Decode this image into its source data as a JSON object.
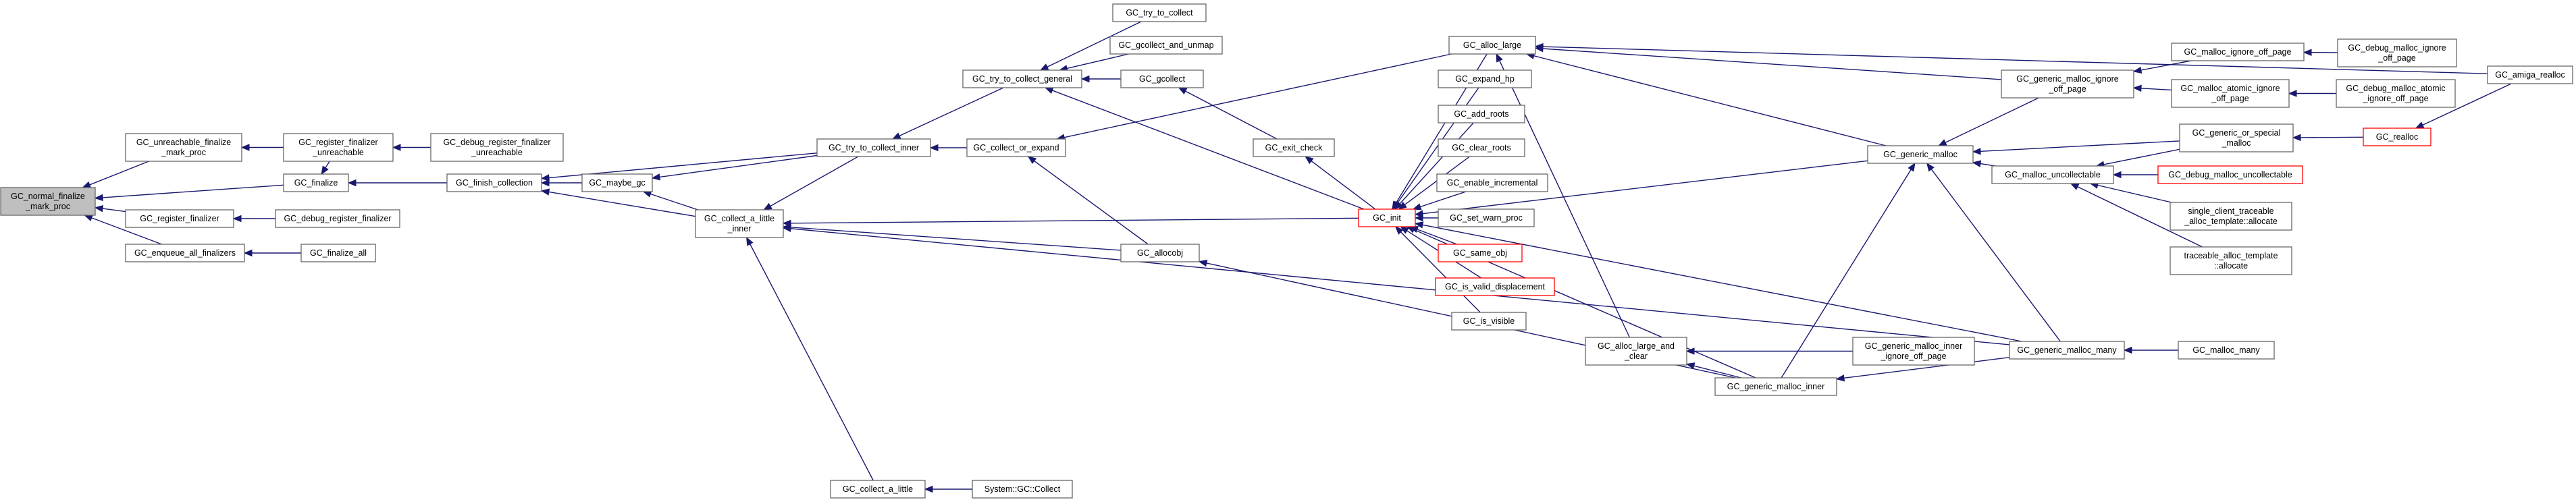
{
  "graph": {
    "nodes": [
      {
        "id": "normal_finalize",
        "lines": [
          "GC_normal_finalize",
          "_mark_proc"
        ],
        "root": true
      },
      {
        "id": "unreachable_finalize",
        "lines": [
          "GC_unreachable_finalize",
          "_mark_proc"
        ]
      },
      {
        "id": "finalize",
        "lines": [
          "GC_finalize"
        ]
      },
      {
        "id": "register_finalizer",
        "lines": [
          "GC_register_finalizer"
        ]
      },
      {
        "id": "enqueue_all",
        "lines": [
          "GC_enqueue_all_finalizers"
        ]
      },
      {
        "id": "register_unreach",
        "lines": [
          "GC_register_finalizer",
          "_unreachable"
        ]
      },
      {
        "id": "debug_register_unreach",
        "lines": [
          "GC_debug_register_finalizer",
          "_unreachable"
        ]
      },
      {
        "id": "debug_register",
        "lines": [
          "GC_debug_register_finalizer"
        ]
      },
      {
        "id": "finalize_all",
        "lines": [
          "GC_finalize_all"
        ]
      },
      {
        "id": "finish_collection",
        "lines": [
          "GC_finish_collection"
        ]
      },
      {
        "id": "maybe_gc",
        "lines": [
          "GC_maybe_gc"
        ]
      },
      {
        "id": "collect_a_little_inner",
        "lines": [
          "GC_collect_a_little",
          "_inner"
        ]
      },
      {
        "id": "try_to_collect_inner",
        "lines": [
          "GC_try_to_collect_inner"
        ]
      },
      {
        "id": "collect_or_expand",
        "lines": [
          "GC_collect_or_expand"
        ]
      },
      {
        "id": "try_to_collect_general",
        "lines": [
          "GC_try_to_collect_general"
        ]
      },
      {
        "id": "try_to_collect",
        "lines": [
          "GC_try_to_collect"
        ]
      },
      {
        "id": "gcollect_and_unmap",
        "lines": [
          "GC_gcollect_and_unmap"
        ]
      },
      {
        "id": "gcollect",
        "lines": [
          "GC_gcollect"
        ]
      },
      {
        "id": "exit_check",
        "lines": [
          "GC_exit_check"
        ]
      },
      {
        "id": "allocobj",
        "lines": [
          "GC_allocobj"
        ]
      },
      {
        "id": "collect_a_little",
        "lines": [
          "GC_collect_a_little"
        ]
      },
      {
        "id": "system_collect",
        "lines": [
          "System::GC::Collect"
        ]
      },
      {
        "id": "init",
        "lines": [
          "GC_init"
        ],
        "truncated": true
      },
      {
        "id": "alloc_large",
        "lines": [
          "GC_alloc_large"
        ]
      },
      {
        "id": "expand_hp",
        "lines": [
          "GC_expand_hp"
        ]
      },
      {
        "id": "add_roots",
        "lines": [
          "GC_add_roots"
        ]
      },
      {
        "id": "clear_roots",
        "lines": [
          "GC_clear_roots"
        ]
      },
      {
        "id": "enable_incremental",
        "lines": [
          "GC_enable_incremental"
        ]
      },
      {
        "id": "set_warn_proc",
        "lines": [
          "GC_set_warn_proc"
        ]
      },
      {
        "id": "same_obj",
        "lines": [
          "GC_same_obj"
        ],
        "truncated": true
      },
      {
        "id": "is_valid_displacement",
        "lines": [
          "GC_is_valid_displacement"
        ],
        "truncated": true
      },
      {
        "id": "is_visible",
        "lines": [
          "GC_is_visible"
        ]
      },
      {
        "id": "alloc_large_and_clear",
        "lines": [
          "GC_alloc_large_and",
          "_clear"
        ]
      },
      {
        "id": "generic_malloc_inner",
        "lines": [
          "GC_generic_malloc_inner"
        ]
      },
      {
        "id": "generic_malloc_inner_ignore",
        "lines": [
          "GC_generic_malloc_inner",
          "_ignore_off_page"
        ]
      },
      {
        "id": "generic_malloc",
        "lines": [
          "GC_generic_malloc"
        ]
      },
      {
        "id": "generic_malloc_many",
        "lines": [
          "GC_generic_malloc_many"
        ]
      },
      {
        "id": "malloc_many",
        "lines": [
          "GC_malloc_many"
        ]
      },
      {
        "id": "generic_malloc_ignore",
        "lines": [
          "GC_generic_malloc_ignore",
          "_off_page"
        ]
      },
      {
        "id": "malloc_uncollectable",
        "lines": [
          "GC_malloc_uncollectable"
        ]
      },
      {
        "id": "malloc_ignore_off_page",
        "lines": [
          "GC_malloc_ignore_off_page"
        ]
      },
      {
        "id": "malloc_atomic_ignore",
        "lines": [
          "GC_malloc_atomic_ignore",
          "_off_page"
        ]
      },
      {
        "id": "generic_or_special",
        "lines": [
          "GC_generic_or_special",
          "_malloc"
        ]
      },
      {
        "id": "debug_malloc_uncollectable",
        "lines": [
          "GC_debug_malloc_uncollectable"
        ],
        "truncated": true
      },
      {
        "id": "single_client",
        "lines": [
          "single_client_traceable",
          "_alloc_template::allocate"
        ]
      },
      {
        "id": "traceable_alloc",
        "lines": [
          "traceable_alloc_template",
          "::allocate"
        ]
      },
      {
        "id": "debug_malloc_ignore",
        "lines": [
          "GC_debug_malloc_ignore",
          "_off_page"
        ]
      },
      {
        "id": "debug_malloc_atomic_ignore",
        "lines": [
          "GC_debug_malloc_atomic",
          "_ignore_off_page"
        ]
      },
      {
        "id": "realloc",
        "lines": [
          "GC_realloc"
        ],
        "truncated": true
      },
      {
        "id": "amiga_realloc",
        "lines": [
          "GC_amiga_realloc"
        ]
      }
    ],
    "edges": [
      [
        "unreachable_finalize",
        "normal_finalize"
      ],
      [
        "finalize",
        "normal_finalize"
      ],
      [
        "register_finalizer",
        "normal_finalize"
      ],
      [
        "enqueue_all",
        "normal_finalize"
      ],
      [
        "register_unreach",
        "unreachable_finalize"
      ],
      [
        "register_unreach",
        "finalize"
      ],
      [
        "debug_register_unreach",
        "register_unreach"
      ],
      [
        "debug_register",
        "register_finalizer"
      ],
      [
        "finalize_all",
        "enqueue_all"
      ],
      [
        "finish_collection",
        "finalize"
      ],
      [
        "maybe_gc",
        "finish_collection"
      ],
      [
        "try_to_collect_inner",
        "finish_collection"
      ],
      [
        "collect_a_little_inner",
        "finish_collection"
      ],
      [
        "try_to_collect_inner",
        "maybe_gc"
      ],
      [
        "collect_a_little_inner",
        "maybe_gc"
      ],
      [
        "collect_or_expand",
        "try_to_collect_inner"
      ],
      [
        "try_to_collect_general",
        "try_to_collect_inner"
      ],
      [
        "try_to_collect_inner",
        "collect_a_little_inner"
      ],
      [
        "init",
        "collect_a_little_inner"
      ],
      [
        "allocobj",
        "collect_a_little_inner"
      ],
      [
        "collect_a_little",
        "collect_a_little_inner"
      ],
      [
        "generic_malloc_many",
        "collect_a_little_inner"
      ],
      [
        "try_to_collect",
        "try_to_collect_general"
      ],
      [
        "gcollect_and_unmap",
        "try_to_collect_general"
      ],
      [
        "gcollect",
        "try_to_collect_general"
      ],
      [
        "exit_check",
        "gcollect"
      ],
      [
        "init",
        "exit_check"
      ],
      [
        "alloc_large",
        "collect_or_expand"
      ],
      [
        "allocobj",
        "collect_or_expand"
      ],
      [
        "generic_malloc_inner",
        "allocobj"
      ],
      [
        "system_collect",
        "collect_a_little"
      ],
      [
        "init",
        "try_to_collect_general"
      ],
      [
        "expand_hp",
        "init"
      ],
      [
        "add_roots",
        "init"
      ],
      [
        "clear_roots",
        "init"
      ],
      [
        "enable_incremental",
        "init"
      ],
      [
        "set_warn_proc",
        "init"
      ],
      [
        "same_obj",
        "init"
      ],
      [
        "is_valid_displacement",
        "init"
      ],
      [
        "is_visible",
        "init"
      ],
      [
        "alloc_large",
        "init"
      ],
      [
        "generic_malloc",
        "init"
      ],
      [
        "generic_malloc_inner",
        "init"
      ],
      [
        "generic_malloc_many",
        "init"
      ],
      [
        "alloc_large_and_clear",
        "alloc_large"
      ],
      [
        "generic_malloc",
        "alloc_large"
      ],
      [
        "generic_malloc_ignore",
        "alloc_large"
      ],
      [
        "generic_malloc_inner",
        "alloc_large_and_clear"
      ],
      [
        "generic_malloc_inner_ignore",
        "alloc_large_and_clear"
      ],
      [
        "generic_malloc_many",
        "generic_malloc_inner"
      ],
      [
        "generic_malloc_inner",
        "generic_malloc"
      ],
      [
        "generic_malloc_many",
        "generic_malloc"
      ],
      [
        "malloc_many",
        "generic_malloc_many"
      ],
      [
        "generic_malloc_ignore",
        "generic_malloc"
      ],
      [
        "malloc_uncollectable",
        "generic_malloc"
      ],
      [
        "generic_or_special",
        "generic_malloc"
      ],
      [
        "malloc_ignore_off_page",
        "generic_malloc_ignore"
      ],
      [
        "malloc_atomic_ignore",
        "generic_malloc_ignore"
      ],
      [
        "debug_malloc_ignore",
        "malloc_ignore_off_page"
      ],
      [
        "debug_malloc_atomic_ignore",
        "malloc_atomic_ignore"
      ],
      [
        "generic_or_special",
        "malloc_uncollectable"
      ],
      [
        "debug_malloc_uncollectable",
        "malloc_uncollectable"
      ],
      [
        "single_client",
        "malloc_uncollectable"
      ],
      [
        "traceable_alloc",
        "malloc_uncollectable"
      ],
      [
        "realloc",
        "generic_or_special"
      ],
      [
        "amiga_realloc",
        "realloc"
      ],
      [
        "amiga_realloc",
        "alloc_large"
      ]
    ]
  }
}
